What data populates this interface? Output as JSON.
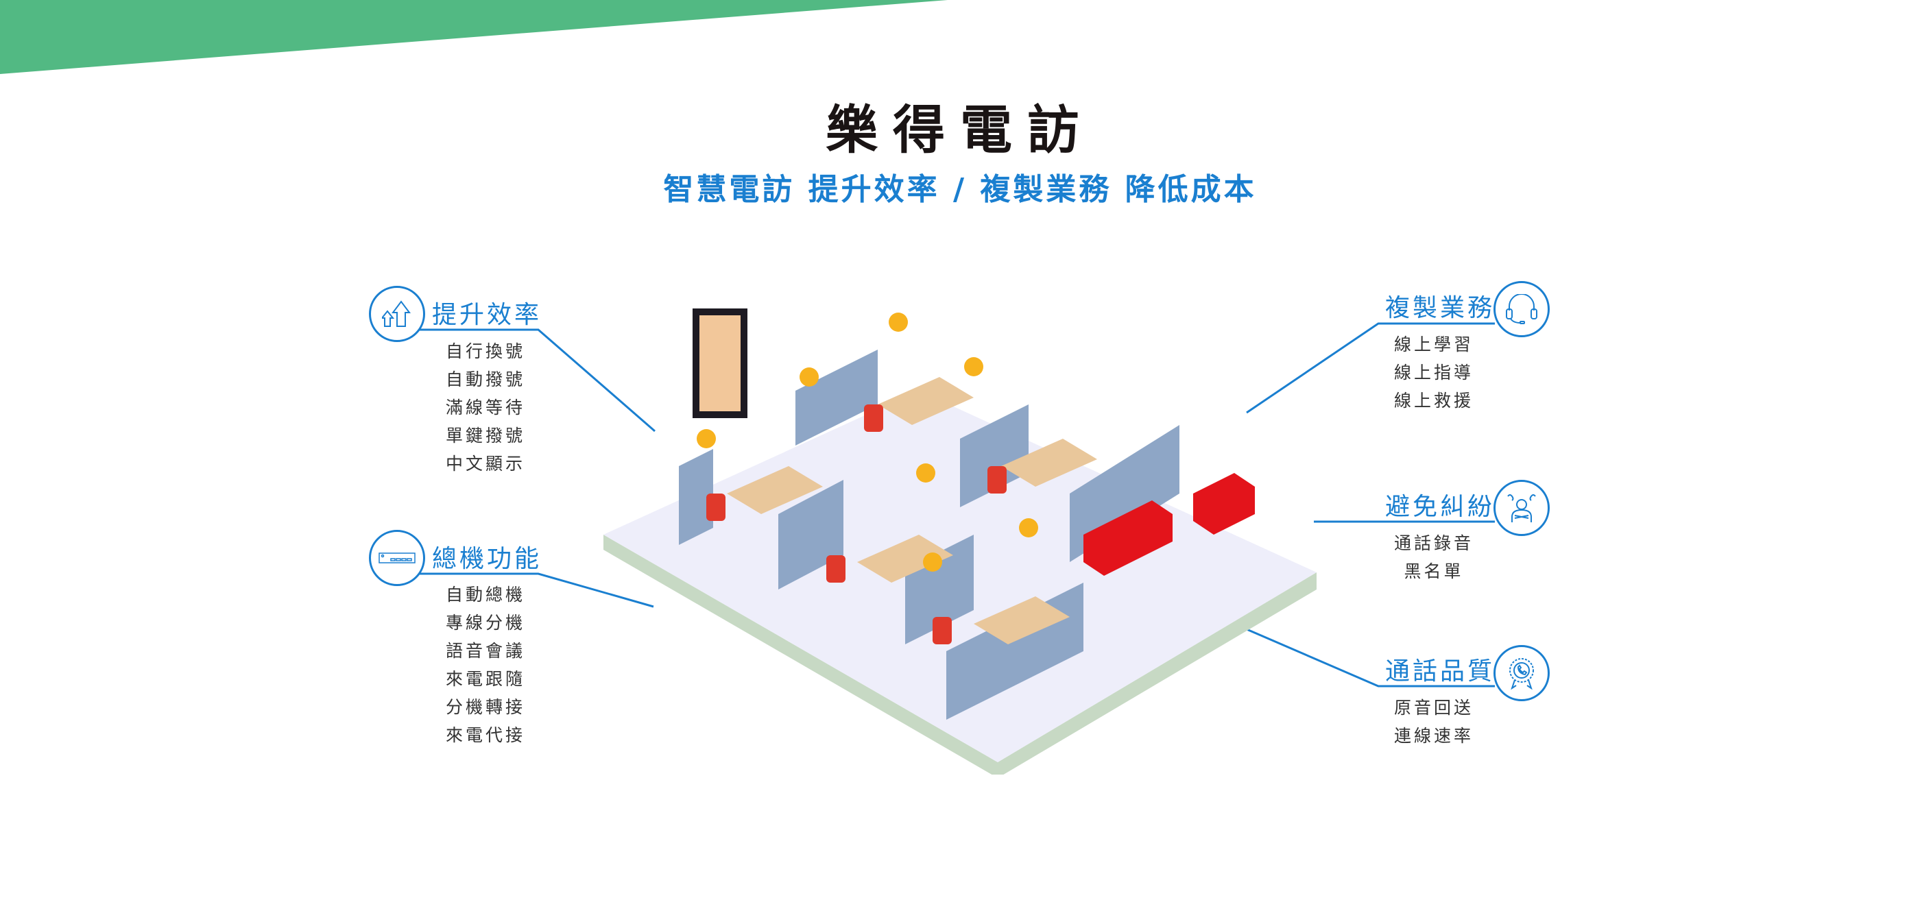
{
  "header": {
    "title": "樂得電訪",
    "subtitle": "智慧電訪 提升效率  /  複製業務 降低成本"
  },
  "colors": {
    "accent": "#1a7fd0",
    "banner": "#52b983",
    "text": "#333333"
  },
  "features_left": [
    {
      "icon": "arrows-up-icon",
      "title": "提升效率",
      "items": [
        "自行換號",
        "自動撥號",
        "滿線等待",
        "單鍵撥號",
        "中文顯示"
      ]
    },
    {
      "icon": "pbx-device-icon",
      "title": "總機功能",
      "items": [
        "自動總機",
        "專線分機",
        "語音會議",
        "來電跟隨",
        "分機轉接",
        "來電代接"
      ]
    }
  ],
  "features_right": [
    {
      "icon": "headset-icon",
      "title": "複製業務",
      "items": [
        "線上學習",
        "線上指導",
        "線上救援"
      ]
    },
    {
      "icon": "angry-person-icon",
      "title": "避免糾紛",
      "items": [
        "通話錄音",
        "黑名單"
      ]
    },
    {
      "icon": "phone-badge-icon",
      "title": "通話品質",
      "items": [
        "原音回送",
        "連線速率"
      ]
    }
  ]
}
